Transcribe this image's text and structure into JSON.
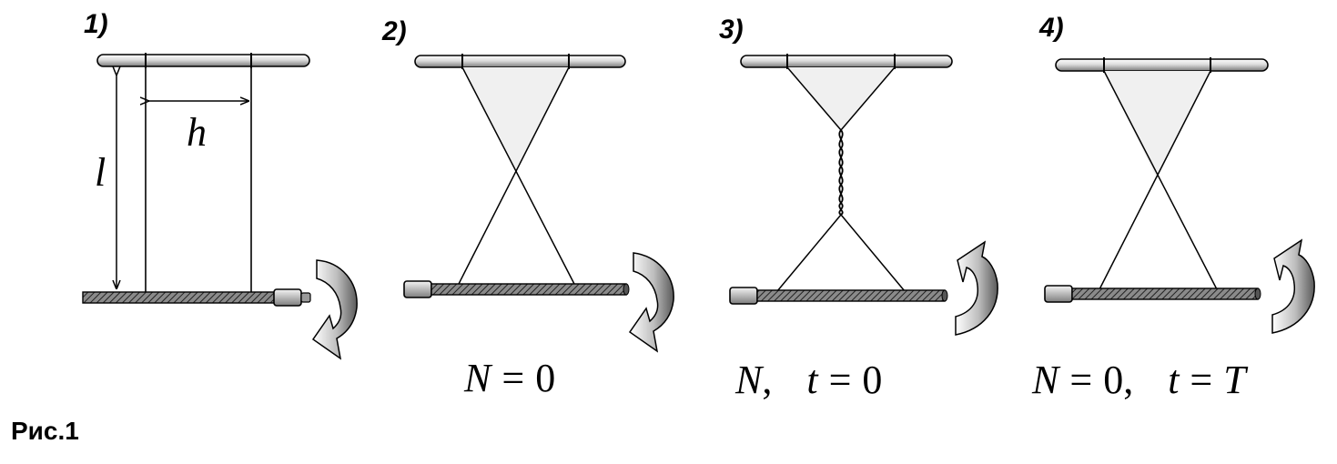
{
  "panels": [
    {
      "number": "1)",
      "caption": [],
      "rotation": "clockwise"
    },
    {
      "number": "2)",
      "caption": [
        "N",
        "=",
        "0"
      ],
      "rotation": "clockwise"
    },
    {
      "number": "3)",
      "caption": [
        "N",
        ",",
        "t",
        "=",
        "0"
      ],
      "rotation": "counterclockwise"
    },
    {
      "number": "4)",
      "caption": [
        "N",
        "=",
        "0",
        ",",
        "t",
        "=",
        "T"
      ],
      "rotation": "counterclockwise"
    }
  ],
  "dimensions": {
    "length_label": "l",
    "spacing_label": "h"
  },
  "figure_label": "Рис.1"
}
